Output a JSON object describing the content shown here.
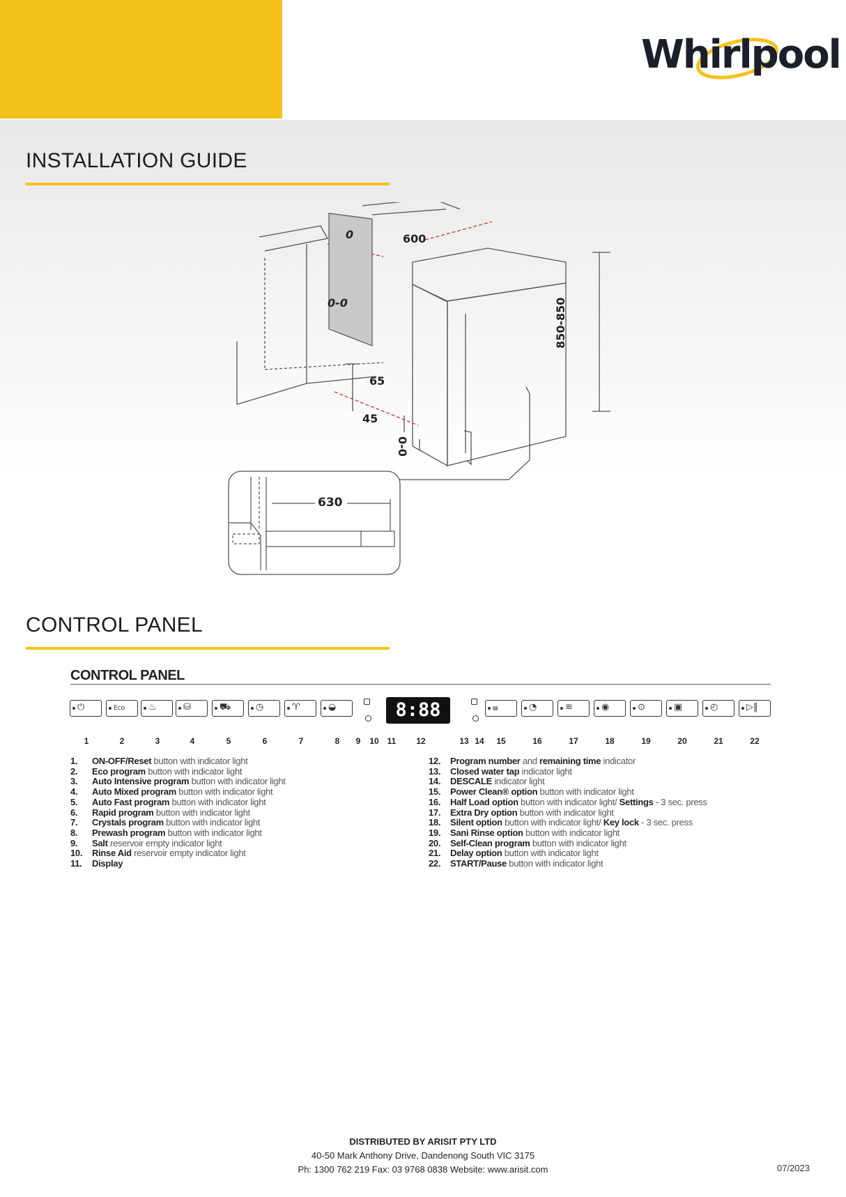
{
  "brand": {
    "logo_text": "Whirlpool"
  },
  "sections": {
    "installation_title": "INSTALLATION GUIDE",
    "control_panel_title": "CONTROL PANEL"
  },
  "installation_diagram": {
    "dimensions": {
      "depth_top": "0",
      "width": "600",
      "side_gap": "0-0",
      "height": "850-850",
      "toe_height": "65",
      "toe_depth": "45",
      "foot": "0-0",
      "door_clearance": "630"
    }
  },
  "control_panel": {
    "heading": "CONTROL PANEL",
    "display_text": "8:88",
    "numbers": [
      "1",
      "2",
      "3",
      "4",
      "5",
      "6",
      "7",
      "8",
      "9",
      "10",
      "11",
      "12",
      "13",
      "14",
      "15",
      "16",
      "17",
      "18",
      "19",
      "20",
      "21",
      "22"
    ],
    "legend_left": [
      {
        "n": "1.",
        "bold": "ON-OFF/Reset",
        "rest": " button with indicator light"
      },
      {
        "n": "2.",
        "bold": "Eco program",
        "rest": " button with indicator light"
      },
      {
        "n": "3.",
        "bold": "Auto Intensive program",
        "rest": " button with indicator light"
      },
      {
        "n": "4.",
        "bold": "Auto Mixed program",
        "rest": " button with indicator light"
      },
      {
        "n": "5.",
        "bold": "Auto Fast program",
        "rest": " button with indicator light"
      },
      {
        "n": "6.",
        "bold": "Rapid program",
        "rest": " button with indicator light"
      },
      {
        "n": "7.",
        "bold": "Crystals program",
        "rest": " button with indicator light"
      },
      {
        "n": "8.",
        "bold": "Prewash program",
        "rest": " button with indicator light"
      },
      {
        "n": "9.",
        "bold": "Salt",
        "rest": " reservoir empty indicator light"
      },
      {
        "n": "10.",
        "bold": "Rinse Aid",
        "rest": " reservoir empty indicator light"
      },
      {
        "n": "11.",
        "bold": "Display",
        "rest": ""
      }
    ],
    "legend_right": [
      {
        "n": "12.",
        "bold": "Program number",
        "rest": " and ",
        "bold2": "remaining time",
        "rest2": " indicator"
      },
      {
        "n": "13.",
        "bold": "Closed water tap",
        "rest": " indicator light",
        "bold2": "",
        "rest2": ""
      },
      {
        "n": "14.",
        "bold": "DESCALE",
        "rest": " indicator light",
        "bold2": "",
        "rest2": ""
      },
      {
        "n": "15.",
        "bold": "Power Clean® option",
        "rest": " button with indicator light",
        "bold2": "",
        "rest2": ""
      },
      {
        "n": "16.",
        "bold": "Half Load option",
        "rest": " button with indicator light/ ",
        "bold2": "Settings",
        "rest2": " - 3 sec. press"
      },
      {
        "n": "17.",
        "bold": "Extra Dry option",
        "rest": " button with indicator light",
        "bold2": "",
        "rest2": ""
      },
      {
        "n": "18.",
        "bold": "Silent option",
        "rest": " button with indicator light/ ",
        "bold2": "Key lock",
        "rest2": " - 3 sec. press"
      },
      {
        "n": "19.",
        "bold": "Sani Rinse option",
        "rest": " button with indicator light",
        "bold2": "",
        "rest2": ""
      },
      {
        "n": "20.",
        "bold": "Self-Clean program",
        "rest": " button with indicator light",
        "bold2": "",
        "rest2": ""
      },
      {
        "n": "21.",
        "bold": "Delay option",
        "rest": " button with indicator light",
        "bold2": "",
        "rest2": ""
      },
      {
        "n": "22.",
        "bold": "START/Pause",
        "rest": " button with indicator light",
        "bold2": "",
        "rest2": ""
      }
    ]
  },
  "footer": {
    "distributor": "DISTRIBUTED BY ARISIT PTY LTD",
    "address": "40-50 Mark Anthony Drive, Dandenong South VIC 3175",
    "contact": "Ph: 1300 762 219 Fax: 03 9768 0838 Website: www.arisit.com",
    "date": "07/2023"
  },
  "colors": {
    "accent": "#f5c21b",
    "text": "#1c1c1c"
  }
}
